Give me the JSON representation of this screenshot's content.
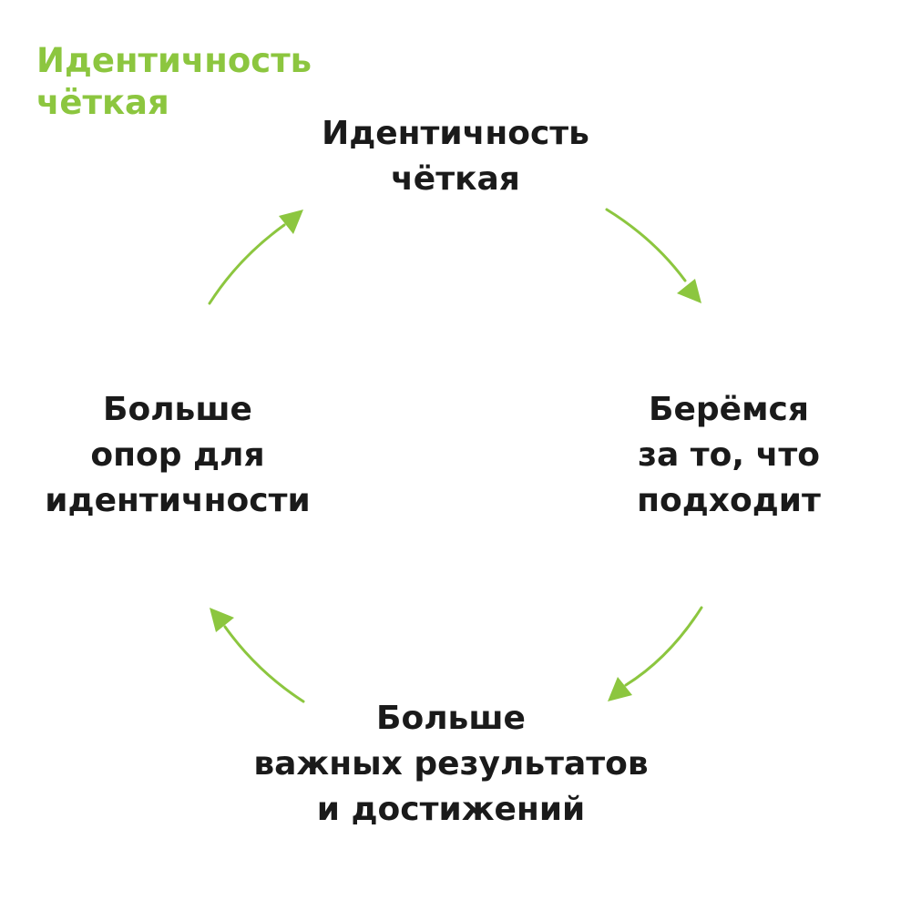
{
  "heading": {
    "line1": "Идентичность",
    "line2": "чёткая",
    "color": "#8cc63f"
  },
  "cycle": {
    "arrow_color": "#8cc63f",
    "text_color": "#1a1a1a",
    "nodes": [
      {
        "lines": [
          "Идентичность",
          "чёткая"
        ]
      },
      {
        "lines": [
          "Берёмся",
          "за то, что",
          "подходит"
        ]
      },
      {
        "lines": [
          "Больше",
          "важных результатов",
          "и достижений"
        ]
      },
      {
        "lines": [
          "Больше",
          "опор для",
          "идентичности"
        ]
      }
    ]
  }
}
